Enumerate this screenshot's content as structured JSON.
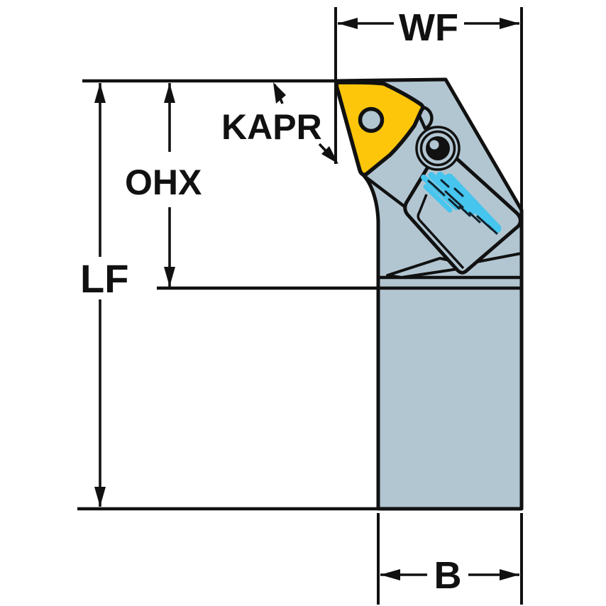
{
  "figure": {
    "description": "Technical line illustration of a lathe turning tool holder with wedge-clamped trigon insert, shown with dimensional annotations",
    "parts": [
      "tool-shank",
      "tool-head",
      "trigon-insert",
      "insert-hole",
      "clamp-screw",
      "top-clamp",
      "coolant-streaks",
      "insert-pocket-notch"
    ],
    "colors": {
      "outline": "#111111",
      "tool_body": "#b2c6d2",
      "insert": "#fdc60a",
      "coolant": "#46c5ee",
      "background": "#ffffff"
    }
  },
  "labels": {
    "wf": "WF",
    "kapr": "KAPR",
    "ohx": "OHX",
    "lf": "LF",
    "b": "B"
  }
}
